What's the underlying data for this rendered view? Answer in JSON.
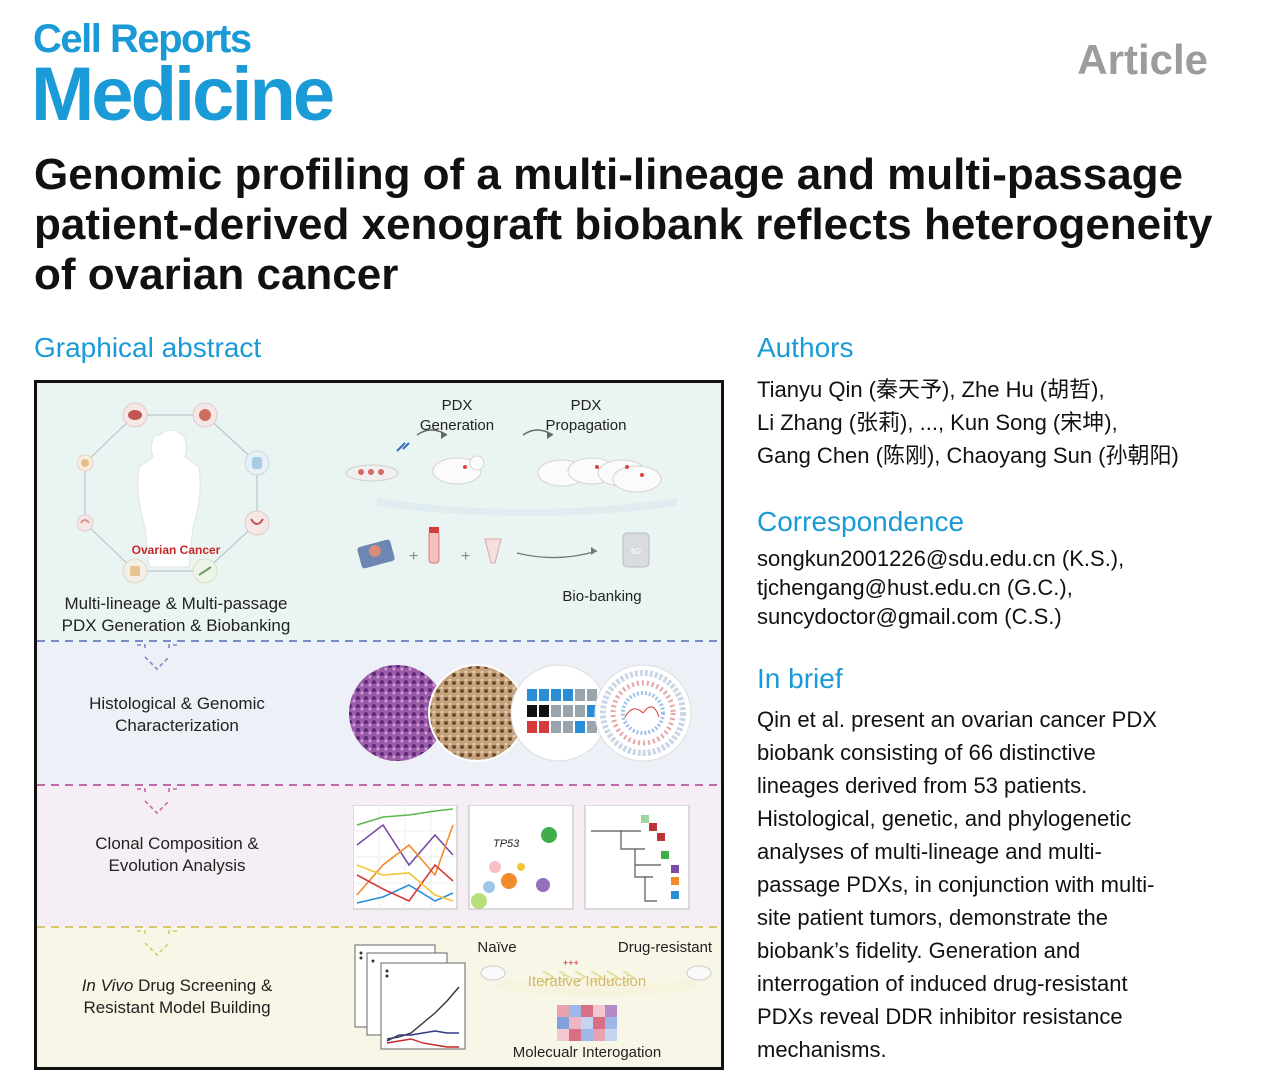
{
  "journal": {
    "line1": "Cell Reports",
    "line2": "Medicine"
  },
  "article_type": "Article",
  "title": "Genomic profiling of a multi-lineage and multi-passage patient-derived xenograft biobank reflects heterogeneity of ovarian cancer",
  "graphical_abstract": {
    "heading": "Graphical abstract",
    "panel1": {
      "organ_label": "Ovarian Cancer",
      "caption_line1": "Multi-lineage & Multi-passage",
      "caption_line2": "PDX Generation & Biobanking",
      "pdx_generation_line1": "PDX",
      "pdx_generation_line2": "Generation",
      "pdx_propagation_line1": "PDX",
      "pdx_propagation_line2": "Propagation",
      "biobanking": "Bio-banking",
      "n2_label": "N2"
    },
    "panel2": {
      "caption_line1": "Histological & Genomic",
      "caption_line2": "Characterization"
    },
    "panel3": {
      "caption_line1": "Clonal Composition &",
      "caption_line2": "Evolution Analysis",
      "gene_label": "TP53"
    },
    "panel4": {
      "caption_italic": "In Vivo",
      "caption_line1_rest": " Drug Screening &",
      "caption_line2": "Resistant Model Building",
      "naive": "Naïve",
      "drug_resistant": "Drug-resistant",
      "iterative": "Iterative Induction",
      "molecular": "Molecualr Interogation",
      "plus_label": "+++"
    }
  },
  "authors": {
    "heading": "Authors",
    "line1": "Tianyu Qin (秦天予), Zhe Hu (胡哲),",
    "line2": "Li Zhang (张莉), ..., Kun Song (宋坤),",
    "line3": "Gang Chen (陈刚), Chaoyang Sun (孙朝阳)"
  },
  "correspondence": {
    "heading": "Correspondence",
    "line1": "songkun2001226@sdu.edu.cn (K.S.),",
    "line2": "tjchengang@hust.edu.cn (G.C.),",
    "line3": "suncydoctor@gmail.com (C.S.)"
  },
  "in_brief": {
    "heading": "In brief",
    "lines": [
      "Qin et al. present an ovarian cancer PDX",
      "biobank consisting of 66 distinctive",
      "lineages derived from 53 patients.",
      "Histological, genetic, and phylogenetic",
      "analyses of multi-lineage and multi-",
      "passage PDXs, in conjunction with multi-",
      "site patient tumors, demonstrate the",
      "biobank’s fidelity. Generation and",
      "interrogation of induced drug-resistant",
      "PDXs reveal DDR inhibitor resistance",
      "mechanisms."
    ]
  },
  "colors": {
    "brand_blue": "#1a9ad6",
    "band1_bg": "#eaf5f3",
    "band2_bg": "#eef0f8",
    "band3_bg": "#f6eef5",
    "band4_bg": "#f8f6e6",
    "divider1": "#7b8bc7",
    "divider2": "#c26aa8",
    "divider3": "#d8c86a",
    "organ_label": "#c62828"
  }
}
